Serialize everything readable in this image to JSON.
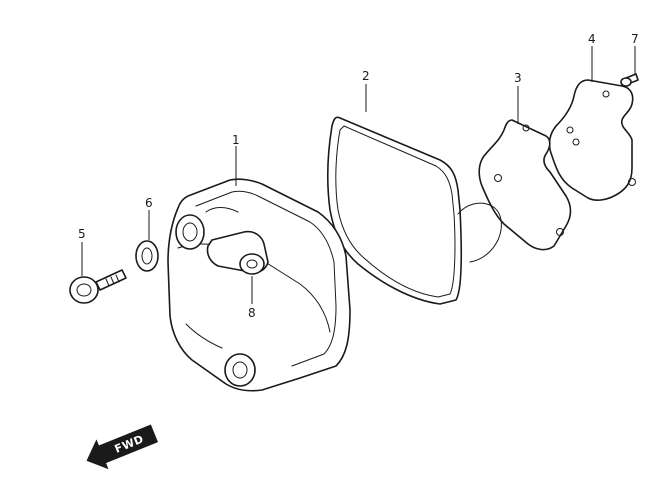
{
  "callouts": {
    "p1": "1",
    "p2": "2",
    "p3": "3",
    "p4": "4",
    "p5": "5",
    "p6": "6",
    "p7": "7",
    "p8": "8"
  },
  "direction_indicator": {
    "label": "FWD"
  },
  "colors": {
    "ink": "#1a1a1a",
    "background": "#ffffff"
  }
}
